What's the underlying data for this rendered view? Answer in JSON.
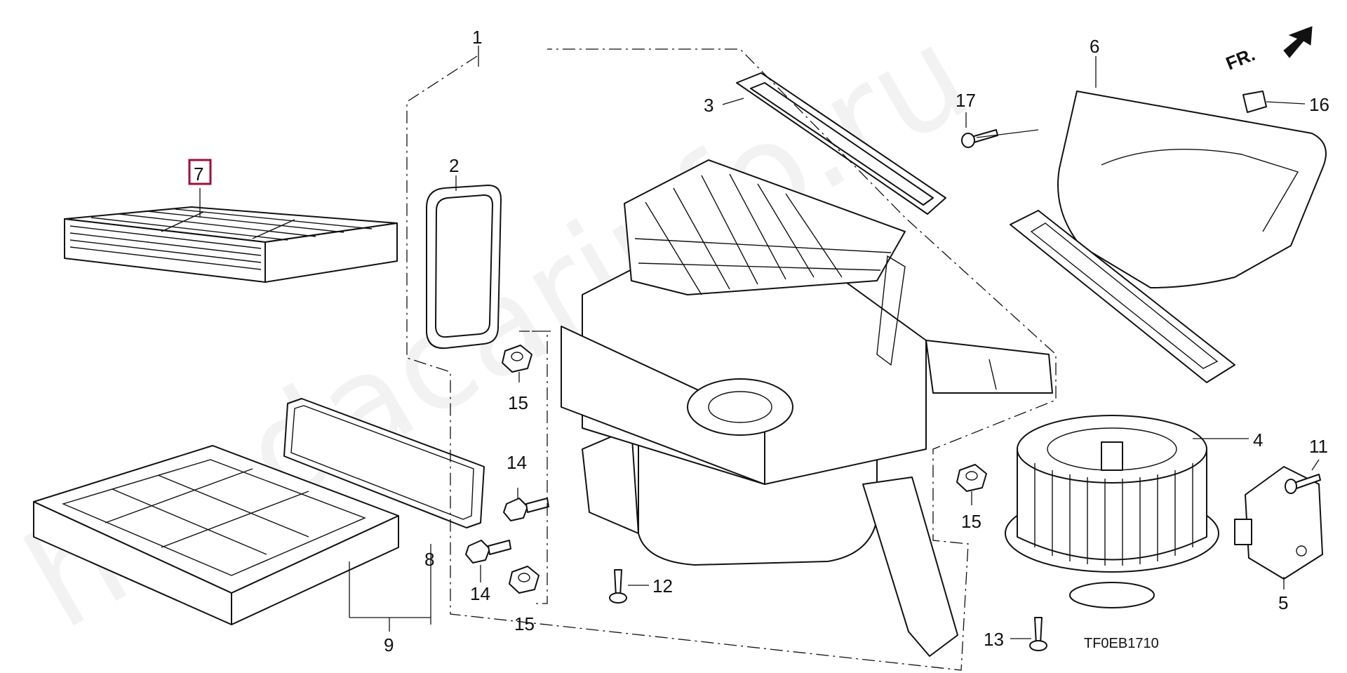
{
  "diagram": {
    "watermark": "hondacarinfo.ru",
    "direction_label": "FR.",
    "drawing_code": "TF0EB1710",
    "highlighted_callout": "7",
    "callouts": {
      "c1": "1",
      "c2": "2",
      "c3": "3",
      "c4": "4",
      "c5": "5",
      "c6": "6",
      "c7": "7",
      "c8": "8",
      "c9": "9",
      "c11": "11",
      "c12": "12",
      "c13": "13",
      "c14a": "14",
      "c14b": "14",
      "c15a": "15",
      "c15b": "15",
      "c15c": "15",
      "c16": "16",
      "c17": "17"
    },
    "colors": {
      "line": "#111111",
      "highlight_box": "#a0103a",
      "background": "#ffffff"
    }
  }
}
